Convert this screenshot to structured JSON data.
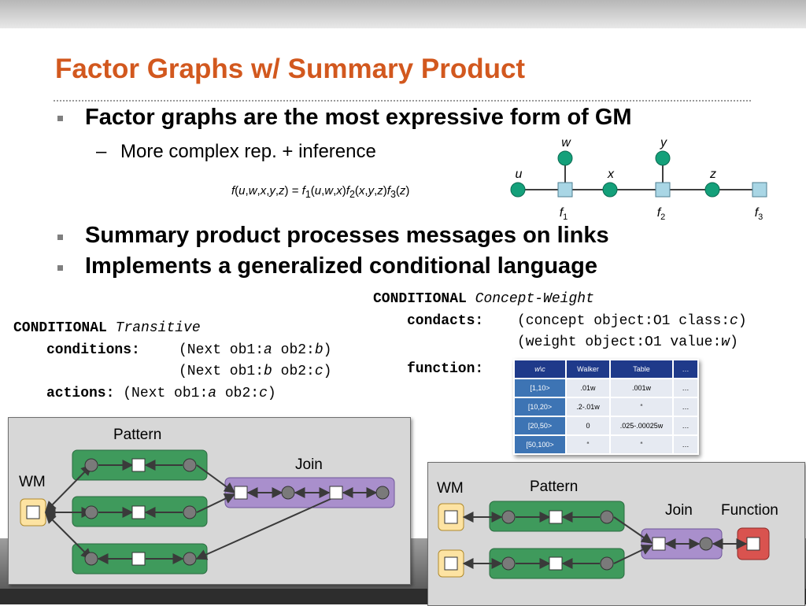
{
  "slide": {
    "title": "Factor Graphs w/ Summary Product",
    "bullets": [
      "Factor graphs are the most expressive form of GM",
      "Summary product processes messages on links",
      "Implements a generalized conditional language"
    ],
    "subbullet": "More complex rep. + inference",
    "subbullet_dash": "–",
    "formula": {
      "parts": [
        "f",
        "(",
        "u",
        ",",
        "w",
        ",",
        "x",
        ",",
        "y",
        ",",
        "z",
        ") = ",
        "f",
        "1",
        "(",
        "u",
        ",",
        "w",
        ",",
        "x",
        ")",
        "f",
        "2",
        "(",
        "x",
        ",",
        "y",
        ",",
        "z",
        ")",
        "f",
        "3",
        "(",
        "z",
        ")"
      ]
    }
  },
  "factor_graph": {
    "variables": [
      "u",
      "w",
      "x",
      "y",
      "z"
    ],
    "factors": [
      {
        "name": "f",
        "sub": "1"
      },
      {
        "name": "f",
        "sub": "2"
      },
      {
        "name": "f",
        "sub": "3"
      }
    ],
    "colors": {
      "variable": "#14a07a",
      "factor": "#a9d6e5",
      "edge": "#000000"
    }
  },
  "transitive": {
    "keyword": "CONDITIONAL",
    "name": "Transitive",
    "conditions_label": "conditions:",
    "conditions": [
      [
        "(Next ob1:",
        "a",
        " ob2:",
        "b",
        ")"
      ],
      [
        "(Next ob1:",
        "b",
        " ob2:",
        "c",
        ")"
      ]
    ],
    "actions_label": "actions:",
    "actions": [
      "(Next ob1:",
      "a",
      " ob2:",
      "c",
      ")"
    ]
  },
  "concept_weight": {
    "keyword": "CONDITIONAL",
    "name": "Concept-Weight",
    "condacts_label": "condacts:",
    "condacts": [
      [
        "(concept object:O1 class:",
        "c",
        ")"
      ],
      [
        "(weight object:O1 value:",
        "w",
        ")"
      ]
    ],
    "function_label": "function:"
  },
  "function_table": {
    "corner": "w\\c",
    "columns": [
      "Walker",
      "Table",
      "…"
    ],
    "rows": [
      {
        "label": "[1,10>",
        "cells": [
          ".01w",
          ".001w",
          "…"
        ]
      },
      {
        "label": "[10,20>",
        "cells": [
          ".2-.01w",
          "“",
          "…"
        ]
      },
      {
        "label": "[20,50>",
        "cells": [
          "0",
          ".025-.00025w",
          "…"
        ]
      },
      {
        "label": "[50,100>",
        "cells": [
          "“",
          "“",
          "…"
        ]
      }
    ]
  },
  "left_diagram": {
    "labels": {
      "pattern": "Pattern",
      "join": "Join",
      "wm": "WM"
    },
    "colors": {
      "panel": "#d7d7d7",
      "pattern": "#3f9a5c",
      "join": "#a98fcc",
      "wm": "#fde3a2",
      "variable": "#7a7a7a"
    }
  },
  "right_diagram": {
    "labels": {
      "wm": "WM",
      "pattern": "Pattern",
      "join": "Join",
      "function": "Function"
    },
    "colors": {
      "panel": "#d7d7d7",
      "pattern": "#3f9a5c",
      "join": "#a98fcc",
      "wm": "#fde3a2",
      "function": "#d9534f"
    }
  }
}
